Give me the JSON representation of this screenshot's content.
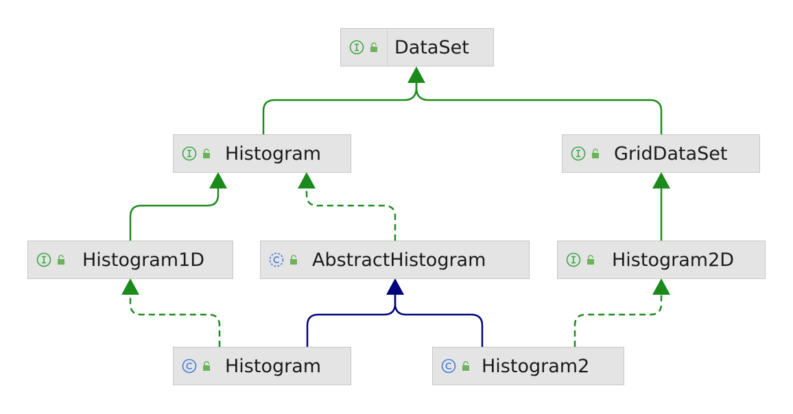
{
  "colors": {
    "implements": "#1a8a1a",
    "extends": "#00007f",
    "interface_icon": "#3aa644",
    "class_icon": "#3f7be0",
    "lock_icon": "#6bb35a",
    "node_fill": "#e4e4e4"
  },
  "nodes": {
    "dataset": {
      "label": "DataSet",
      "kind": "interface",
      "kind_icon": "interface-icon",
      "access_icon": "unlocked-icon"
    },
    "histogram_iface": {
      "label": "Histogram",
      "kind": "interface",
      "kind_icon": "interface-icon",
      "access_icon": "unlocked-icon"
    },
    "griddataset": {
      "label": "GridDataSet",
      "kind": "interface",
      "kind_icon": "interface-icon",
      "access_icon": "unlocked-icon"
    },
    "histogram1d": {
      "label": "Histogram1D",
      "kind": "interface",
      "kind_icon": "interface-icon",
      "access_icon": "unlocked-icon"
    },
    "abstracthistogram": {
      "label": "AbstractHistogram",
      "kind": "abstract-class",
      "kind_icon": "abstract-class-icon",
      "access_icon": "unlocked-icon"
    },
    "histogram2d": {
      "label": "Histogram2D",
      "kind": "interface",
      "kind_icon": "interface-icon",
      "access_icon": "unlocked-icon"
    },
    "histogram_class": {
      "label": "Histogram",
      "kind": "class",
      "kind_icon": "class-icon",
      "access_icon": "unlocked-icon"
    },
    "histogram2_class": {
      "label": "Histogram2",
      "kind": "class",
      "kind_icon": "class-icon",
      "access_icon": "unlocked-icon"
    }
  },
  "edges": [
    {
      "from": "histogram_iface",
      "to": "dataset",
      "style": "solid",
      "relation": "extends-interface"
    },
    {
      "from": "griddataset",
      "to": "dataset",
      "style": "solid",
      "relation": "extends-interface"
    },
    {
      "from": "histogram1d",
      "to": "histogram_iface",
      "style": "solid",
      "relation": "extends-interface"
    },
    {
      "from": "abstracthistogram",
      "to": "histogram_iface",
      "style": "dashed",
      "relation": "implements"
    },
    {
      "from": "histogram2d",
      "to": "griddataset",
      "style": "solid",
      "relation": "extends-interface"
    },
    {
      "from": "histogram_class",
      "to": "histogram1d",
      "style": "dashed",
      "relation": "implements"
    },
    {
      "from": "histogram_class",
      "to": "abstracthistogram",
      "style": "solid",
      "relation": "extends-class"
    },
    {
      "from": "histogram2_class",
      "to": "abstracthistogram",
      "style": "solid",
      "relation": "extends-class"
    },
    {
      "from": "histogram2_class",
      "to": "histogram2d",
      "style": "dashed",
      "relation": "implements"
    }
  ]
}
